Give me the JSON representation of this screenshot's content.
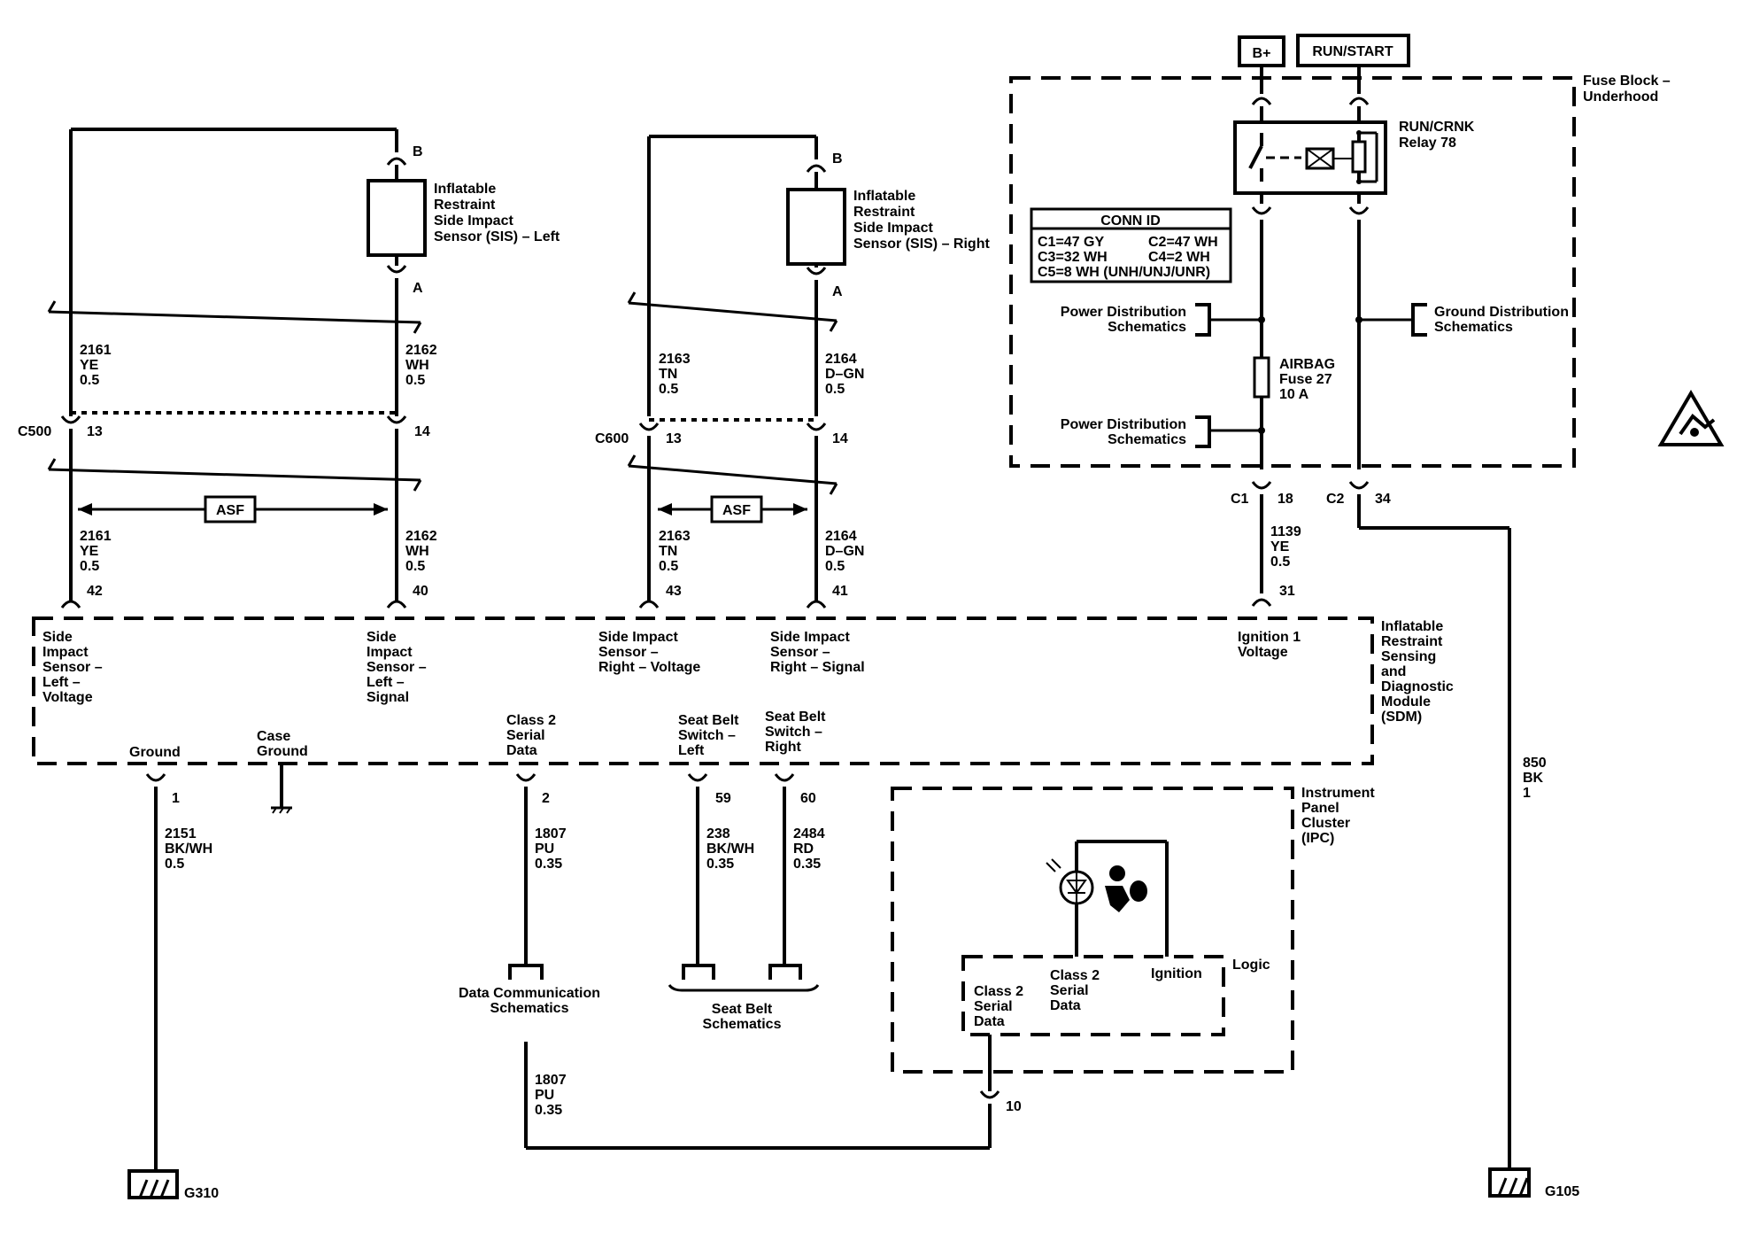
{
  "power": {
    "bplus": "B+",
    "run_start": "RUN/START"
  },
  "fuse_block": {
    "label": [
      "Fuse Block –",
      "Underhood"
    ],
    "relay_label": [
      "RUN/CRNK",
      "Relay 78"
    ],
    "conn_id": {
      "title": "CONN ID",
      "rows": [
        [
          "C1=47 GY",
          "C2=47 WH"
        ],
        [
          "C3=32 WH",
          "C4=2 WH"
        ],
        [
          "C5=8 WH (UNH/UNJ/UNR)"
        ]
      ]
    },
    "power_dist_1": [
      "Power Distribution",
      "Schematics"
    ],
    "power_dist_2": [
      "Power Distribution",
      "Schematics"
    ],
    "ground_dist": [
      "Ground Distribution",
      "Schematics"
    ],
    "fuse_label": [
      "AIRBAG",
      "Fuse 27",
      "10 A"
    ],
    "c1": "C1",
    "c1_pin": "18",
    "c2": "C2",
    "c2_pin": "34"
  },
  "sis_left": {
    "label": [
      "Inflatable",
      "Restraint",
      "Side Impact",
      "Sensor (SIS) – Left"
    ],
    "pin_b": "B",
    "pin_a": "A",
    "wire1_upper": [
      "2161",
      "YE",
      "0.5"
    ],
    "wire2_upper": [
      "2162",
      "WH",
      "0.5"
    ],
    "connector": "C500",
    "pin13": "13",
    "pin14": "14",
    "asf": "ASF",
    "wire1_lower": [
      "2161",
      "YE",
      "0.5"
    ],
    "wire2_lower": [
      "2162",
      "WH",
      "0.5"
    ],
    "sdm_pin1": "42",
    "sdm_pin2": "40"
  },
  "sis_right": {
    "label": [
      "Inflatable",
      "Restraint",
      "Side Impact",
      "Sensor (SIS) – Right"
    ],
    "pin_b": "B",
    "pin_a": "A",
    "wire1_upper": [
      "2163",
      "TN",
      "0.5"
    ],
    "wire2_upper": [
      "2164",
      "D–GN",
      "0.5"
    ],
    "connector": "C600",
    "pin13": "13",
    "pin14": "14",
    "asf": "ASF",
    "wire1_lower": [
      "2163",
      "TN",
      "0.5"
    ],
    "wire2_lower": [
      "2164",
      "D–GN",
      "0.5"
    ],
    "sdm_pin1": "43",
    "sdm_pin2": "41"
  },
  "ignition_wire": {
    "wire": [
      "1139",
      "YE",
      "0.5"
    ],
    "sdm_pin": "31"
  },
  "sdm": {
    "label": [
      "Inflatable",
      "Restraint",
      "Sensing",
      "and",
      "Diagnostic",
      "Module",
      "(SDM)"
    ],
    "t_left_voltage": [
      "Side",
      "Impact",
      "Sensor –",
      "Left –",
      "Voltage"
    ],
    "t_left_signal": [
      "Side",
      "Impact",
      "Sensor –",
      "Left –",
      "Signal"
    ],
    "t_right_voltage": [
      "Side Impact",
      "Sensor –",
      "Right – Voltage"
    ],
    "t_right_signal": [
      "Side Impact",
      "Sensor –",
      "Right – Signal"
    ],
    "t_ignition": [
      "Ignition 1",
      "Voltage"
    ],
    "t_ground": "Ground",
    "t_case_ground": [
      "Case",
      "Ground"
    ],
    "t_class2": [
      "Class 2",
      "Serial",
      "Data"
    ],
    "t_seat_left": [
      "Seat Belt",
      "Switch –",
      "Left"
    ],
    "t_seat_right": [
      "Seat Belt",
      "Switch –",
      "Right"
    ]
  },
  "bottom": {
    "pin1": "1",
    "wire_ground": [
      "2151",
      "BK/WH",
      "0.5"
    ],
    "g310": "G310",
    "pin2": "2",
    "wire_data": [
      "1807",
      "PU",
      "0.35"
    ],
    "data_comm": [
      "Data Communication",
      "Schematics"
    ],
    "wire_data2": [
      "1807",
      "PU",
      "0.35"
    ],
    "pin59": "59",
    "wire_seat_left": [
      "238",
      "BK/WH",
      "0.35"
    ],
    "pin60": "60",
    "wire_seat_right": [
      "2484",
      "RD",
      "0.35"
    ],
    "seat_belt": [
      "Seat Belt",
      "Schematics"
    ],
    "wire_850": [
      "850",
      "BK",
      "1"
    ],
    "g105": "G105"
  },
  "ipc": {
    "label": [
      "Instrument",
      "Panel",
      "Cluster",
      "(IPC)"
    ],
    "logic": "Logic",
    "class2_a": [
      "Class 2",
      "Serial",
      "Data"
    ],
    "class2_b": [
      "Class 2",
      "Serial",
      "Data"
    ],
    "ignition": "Ignition",
    "pin10": "10",
    "airbag_icon": "airbag-warning-icon"
  },
  "esd_icon": "esd-warning-icon"
}
